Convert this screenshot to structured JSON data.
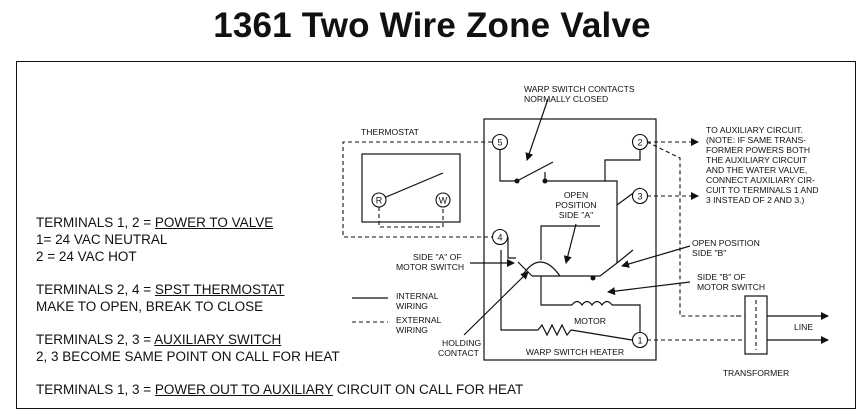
{
  "title": "1361 Two Wire Zone Valve",
  "legend": {
    "t12": {
      "prefix": "TERMINALS 1, 2 = ",
      "term": "POWER TO VALVE",
      "line1": "1= 24 VAC NEUTRAL",
      "line2": "2 = 24 VAC HOT"
    },
    "t24": {
      "prefix": "TERMINALS 2, 4 = ",
      "term": "SPST THERMOSTAT",
      "line1": "MAKE TO OPEN, BREAK TO CLOSE"
    },
    "t23": {
      "prefix": "TERMINALS 2, 3 = ",
      "term": "AUXILIARY SWITCH",
      "line1": "2, 3 BECOME SAME POINT ON CALL FOR HEAT"
    },
    "t13": {
      "prefix": "TERMINALS 1, 3 = ",
      "term": "POWER OUT TO AUXILIARY",
      "suffix": " CIRCUIT ON CALL FOR HEAT"
    }
  },
  "labels": {
    "warp_contacts_1": "WARP SWITCH CONTACTS",
    "warp_contacts_2": "NORMALLY CLOSED",
    "thermostat": "THERMOSTAT",
    "r": "R",
    "w": "W",
    "aux_1": "TO AUXILIARY CIRCUIT.",
    "aux_2": "(NOTE: IF SAME TRANS-",
    "aux_3": "FORMER POWERS BOTH",
    "aux_4": "THE AUXILIARY CIRCUIT",
    "aux_5": "AND THE WATER VALVE,",
    "aux_6": "CONNECT AUXILIARY CIR-",
    "aux_7": "CUIT TO TERMINALS 1 AND",
    "aux_8": "3 INSTEAD OF 2 AND 3.)",
    "open_a_1": "OPEN",
    "open_a_2": "POSITION",
    "open_a_3": "SIDE \"A\"",
    "open_b_1": "OPEN POSITION",
    "open_b_2": "SIDE \"B\"",
    "side_a_1": "SIDE \"A\" OF",
    "side_a_2": "MOTOR SWITCH",
    "side_b_1": "SIDE \"B\" OF",
    "side_b_2": "MOTOR SWITCH",
    "internal_1": "INTERNAL",
    "internal_2": "WIRING",
    "external_1": "EXTERNAL",
    "external_2": "WIRING",
    "motor": "MOTOR",
    "holding_1": "HOLDING",
    "holding_2": "CONTACT",
    "heater": "WARP SWITCH HEATER",
    "line": "LINE",
    "transformer": "TRANSFORMER",
    "t1": "1",
    "t2": "2",
    "t3": "3",
    "t4": "4",
    "t5": "5"
  }
}
